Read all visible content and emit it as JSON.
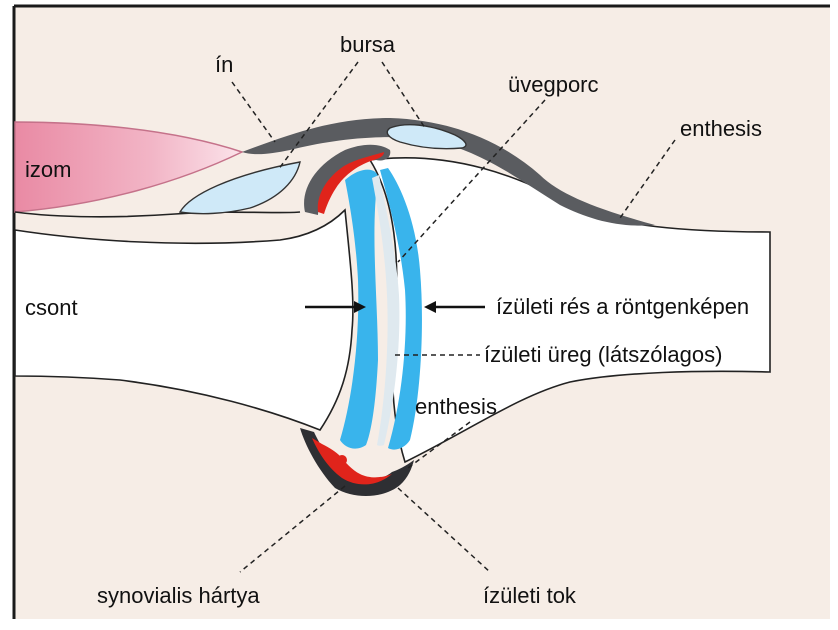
{
  "labels": {
    "in": "ín",
    "bursa": "bursa",
    "uvegporc": "üvegporc",
    "enthesis_top": "enthesis",
    "izom": "izom",
    "csont": "csont",
    "izuleti_res": "ízületi rés a röntgenképen",
    "izuleti_ureg": "ízületi üreg (látszólagos)",
    "enthesis_bottom": "enthesis",
    "synovialis": "synovialis hártya",
    "izuleti_tok": "ízületi tok"
  },
  "colors": {
    "paper": "#f6ede6",
    "frame": "#1a1a1a",
    "muscle": "#eea2b6",
    "muscle_light": "#f9dde6",
    "bursa_fill": "#cfe9f8",
    "tendon": "#5a5c60",
    "cartilage": "#39b4ec",
    "synovial": "#e0241b",
    "bone": "#ffffff",
    "line": "#222222"
  }
}
